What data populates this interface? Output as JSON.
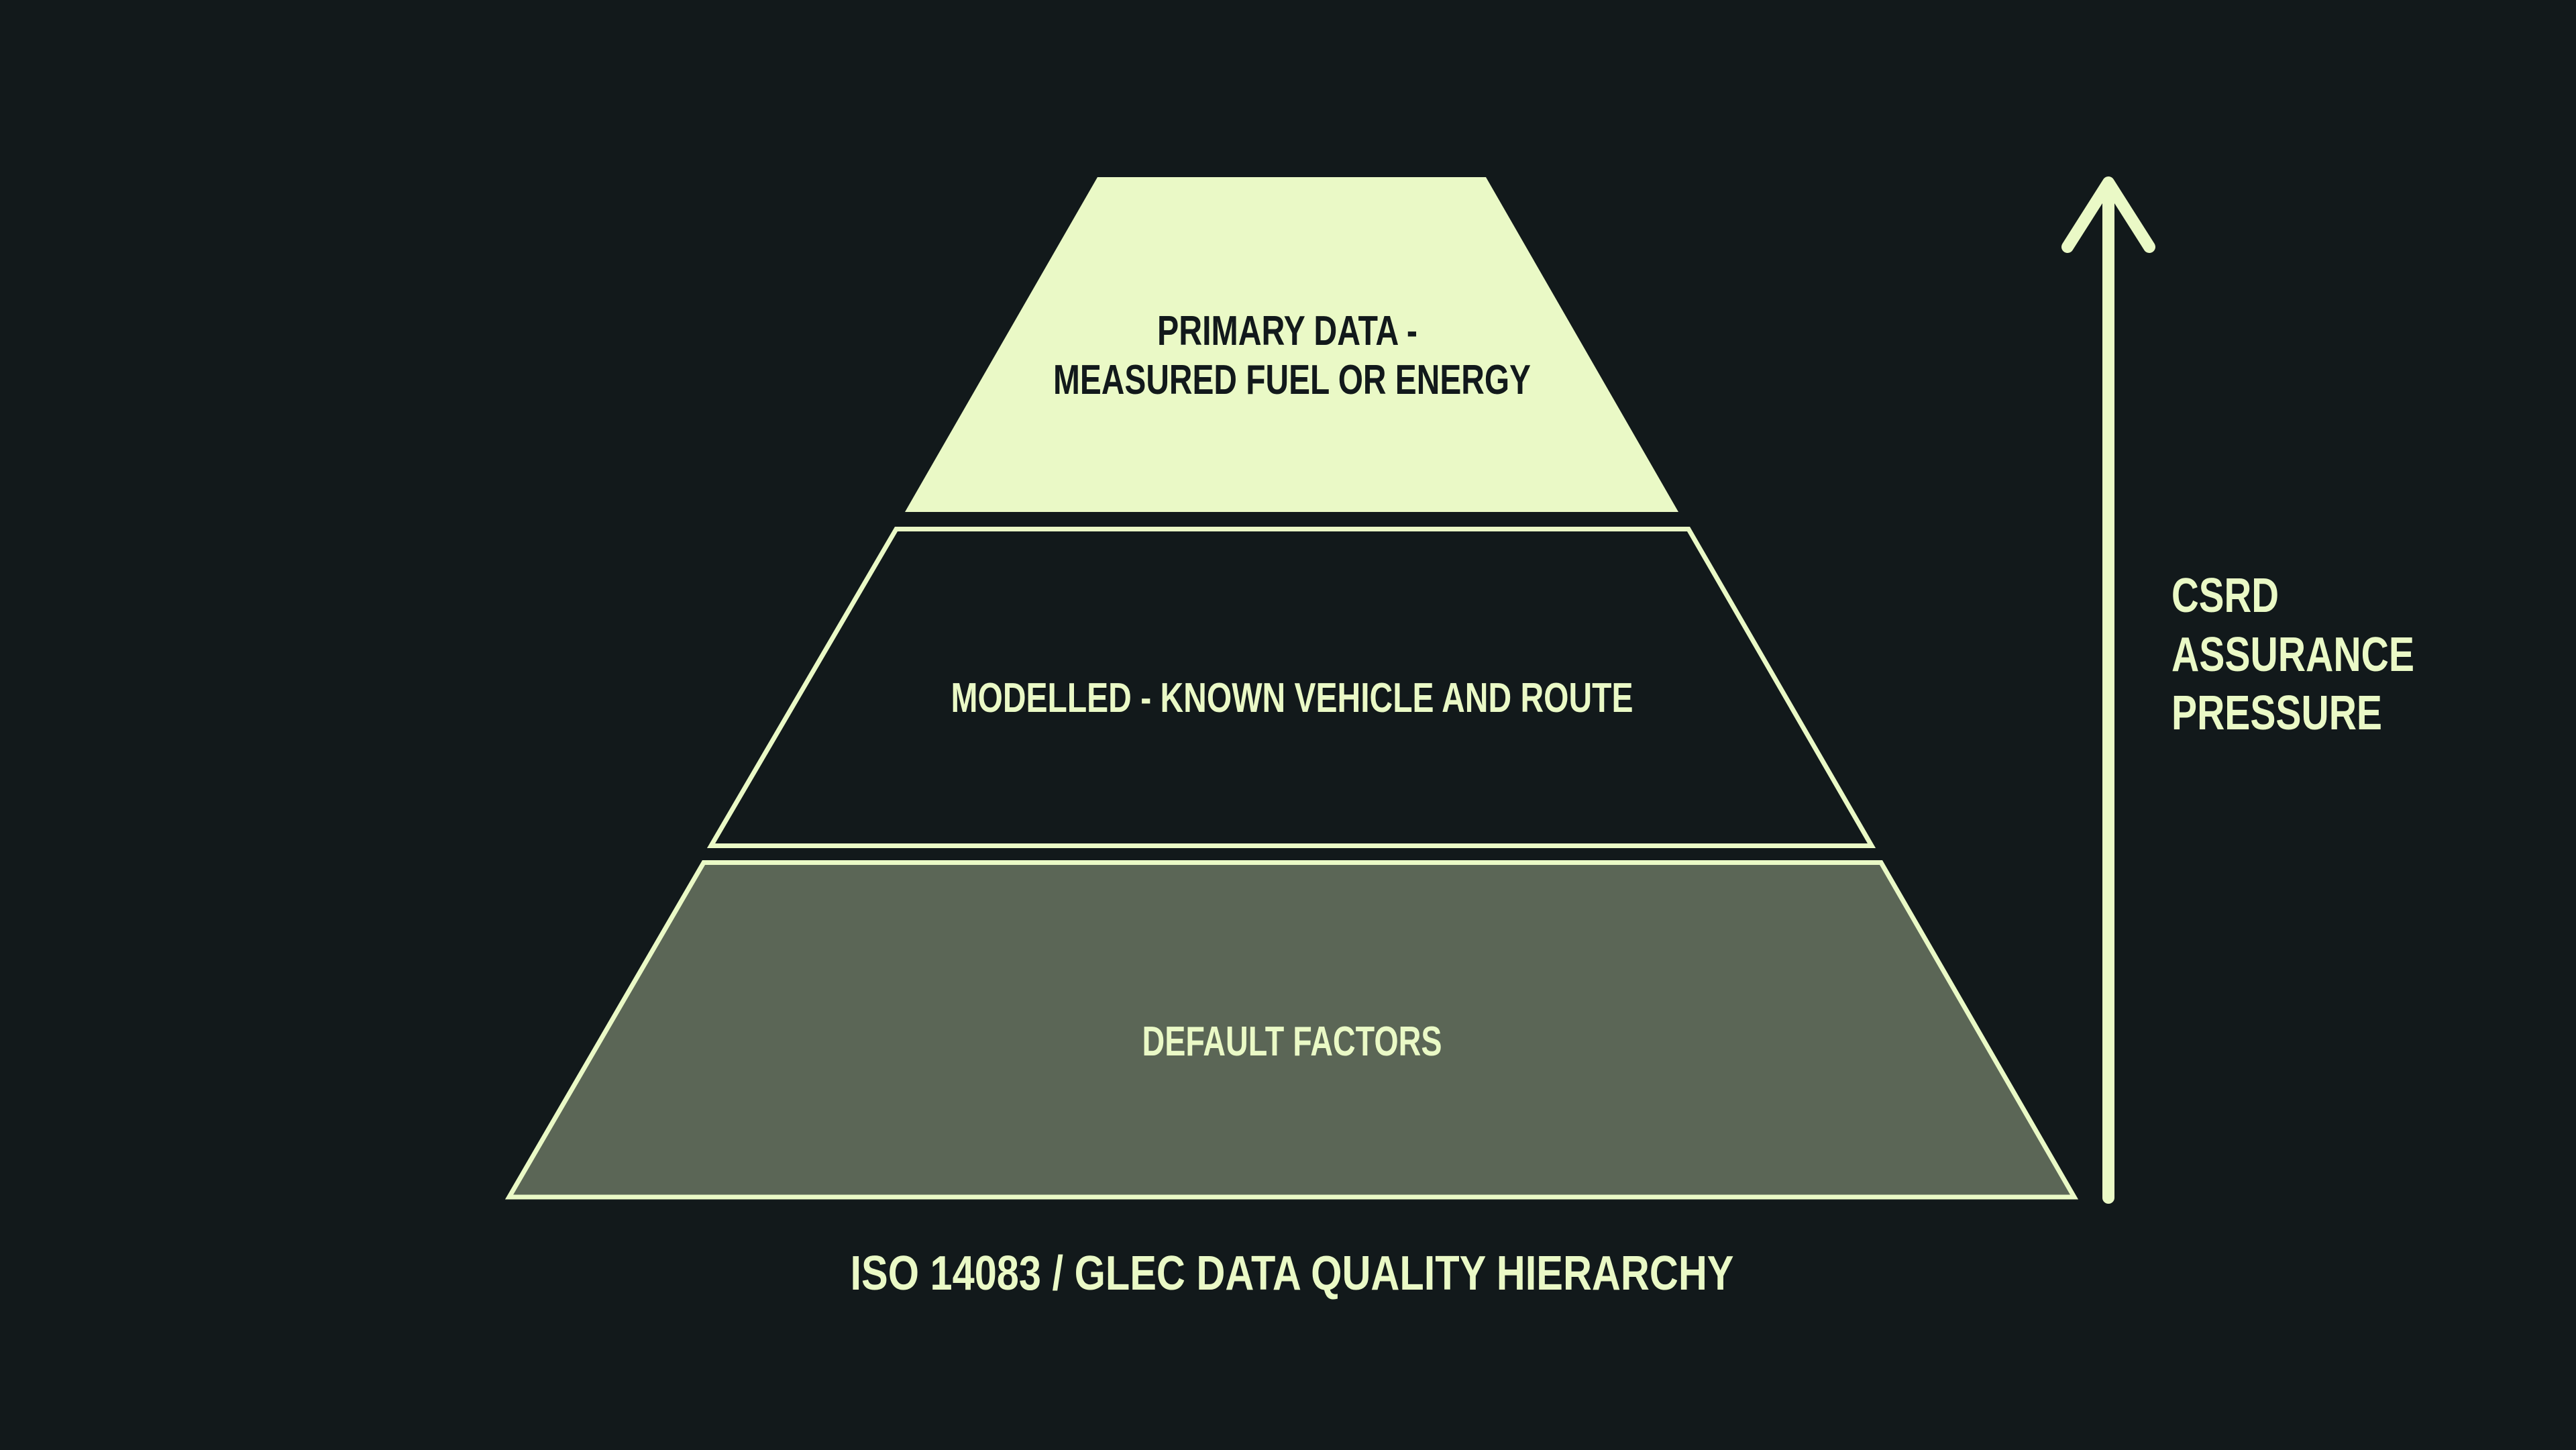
{
  "diagram": {
    "title": "ISO 14083 / GLEC DATA QUALITY HIERARCHY",
    "type": "pyramid",
    "tiers": [
      {
        "level": "top",
        "lines": [
          "PRIMARY DATA -",
          "MEASURED FUEL OR ENERGY"
        ],
        "style": "filled-light"
      },
      {
        "level": "middle",
        "lines": [
          "MODELLED - KNOWN VEHICLE AND ROUTE"
        ],
        "style": "outlined-dark"
      },
      {
        "level": "bottom",
        "lines": [
          "DEFAULT FACTORS"
        ],
        "style": "filled-muted-outlined"
      }
    ],
    "arrow": {
      "direction": "up",
      "icon": "arrow-up-icon",
      "label_lines": [
        "CSRD",
        "ASSURANCE",
        "PRESSURE"
      ]
    }
  },
  "colors": {
    "background": "#12191B",
    "accent_light": "#EAF9C6",
    "bottom_fill": "#5B6656",
    "dark_text": "#12191B"
  }
}
